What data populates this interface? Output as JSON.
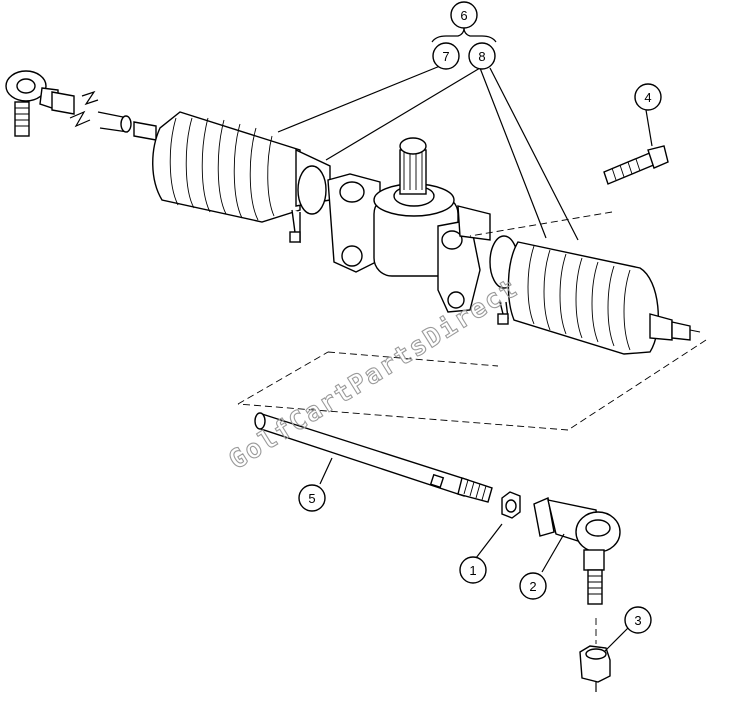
{
  "diagram": {
    "callouts": [
      {
        "id": "1",
        "label": "1"
      },
      {
        "id": "2",
        "label": "2"
      },
      {
        "id": "3",
        "label": "3"
      },
      {
        "id": "4",
        "label": "4"
      },
      {
        "id": "5",
        "label": "5"
      },
      {
        "id": "6",
        "label": "6"
      },
      {
        "id": "7",
        "label": "7"
      },
      {
        "id": "8",
        "label": "8"
      }
    ],
    "watermark": "GolfCartPartsDirect"
  }
}
